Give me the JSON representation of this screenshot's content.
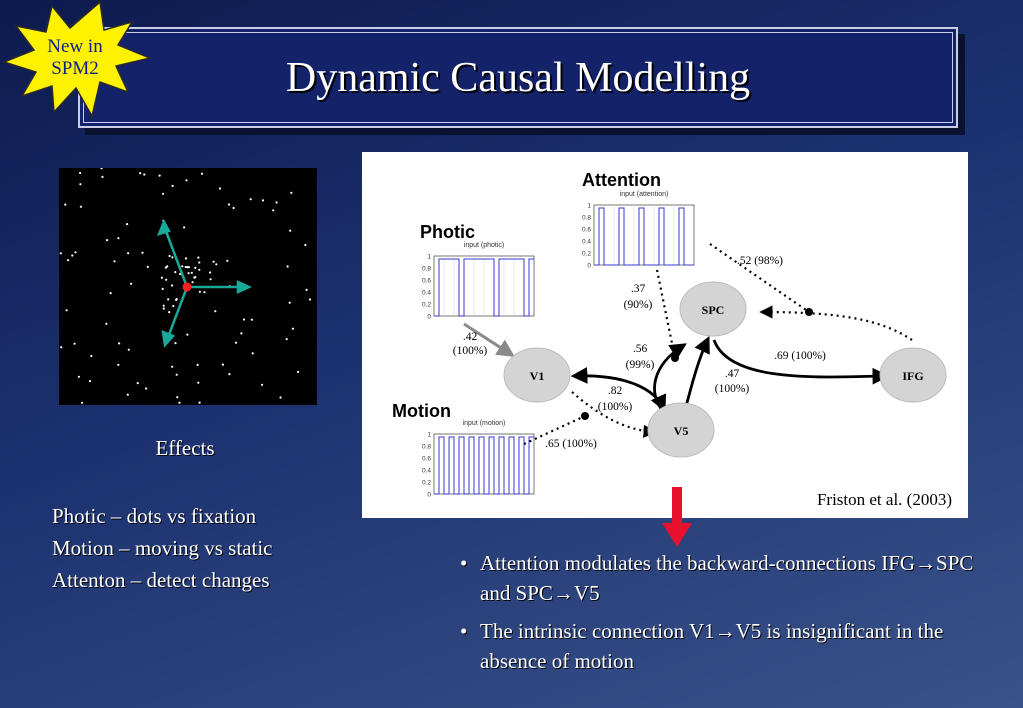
{
  "title": "Dynamic Causal Modelling",
  "badge": {
    "line1": "New in",
    "line2": "SPM2"
  },
  "effects": {
    "title": "Effects",
    "items": [
      "Photic – dots vs fixation",
      "Motion – moving vs static",
      "Attenton – detect changes"
    ]
  },
  "diagram": {
    "inputs": {
      "photic": {
        "label": "Photic",
        "plot_title": "input (photic)"
      },
      "attention": {
        "label": "Attention",
        "plot_title": "input (attention)"
      },
      "motion": {
        "label": "Motion",
        "plot_title": "input (motion)"
      }
    },
    "plot_ticks": [
      "1",
      "0.8",
      "0.6",
      "0.4",
      "0.2",
      "0"
    ],
    "nodes": {
      "v1": "V1",
      "v5": "V5",
      "spc": "SPC",
      "ifg": "IFG"
    },
    "edge_labels": {
      "photic_v1_a": ".42",
      "photic_v1_b": "(100%)",
      "att_mod_spc_v5_a": ".37",
      "att_mod_spc_v5_b": "(90%)",
      "att_mod_ifg_spc": ".52 (98%)",
      "v5_spc_a": ".56",
      "v5_spc_b": "(99%)",
      "spc_ifg": ".69 (100%)",
      "spc_v5_a": ".47",
      "spc_v5_b": "(100%)",
      "v1_v5_a": ".82",
      "v1_v5_b": "(100%)",
      "motion_mod": ".65 (100%)"
    },
    "citation": "Friston et al. (2003)"
  },
  "conclusions": [
    "Attention modulates the backward-connections IFG→SPC and SPC→V5",
    "The intrinsic connection V1→V5 is insignificant in the absence of motion"
  ],
  "colors": {
    "background": "#1c3270",
    "title_box": "#14226a",
    "badge_fill": "#fff200",
    "stimulus_arrows": "#1aa89a",
    "stimulus_center": "#ff2020",
    "node_fill": "#d4d4d4",
    "highlight_arrow": "#e8112d"
  }
}
